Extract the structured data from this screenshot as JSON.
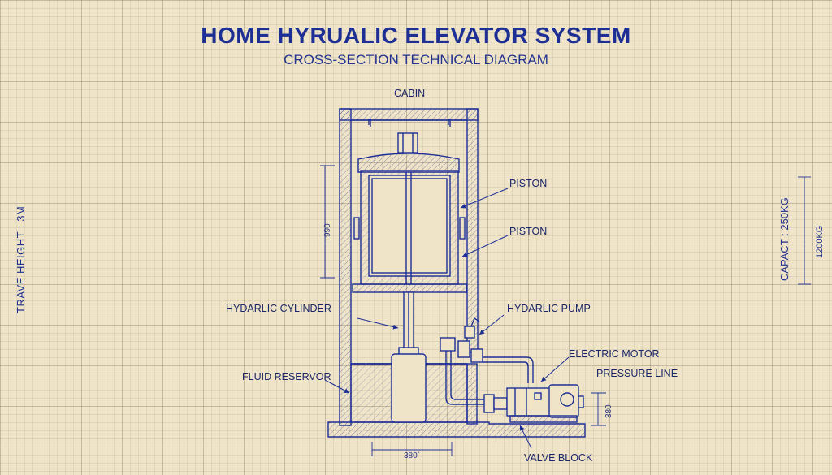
{
  "header": {
    "title": "HOME HYRUALIC ELEVATOR SYSTEM",
    "subtitle": "CROSS-SECTION TECHNICAL DIAGRAM"
  },
  "labels": {
    "cabin": "CABIN",
    "piston_1": "PISTON",
    "piston_2": "PISTON",
    "cylinder": "HYDARLIC CYLINDER",
    "pump": "HYDARLIC PUMP",
    "motor": "ELECTRIC MOTOR",
    "pressure_line": "PRESSURE LINE",
    "reservoir": "FLUID RESERVOR",
    "valve_block": "VALVE BLOCK"
  },
  "specs": {
    "travel_height": "TRAVE HEIGHT : 3M",
    "capacity": "CAPACT : 250KG",
    "capacity_alt": "1200KG"
  },
  "dimensions": {
    "cabin_height": "990",
    "pit_width": "380`",
    "unit_height": "380"
  },
  "colors": {
    "ink": "#1d2f95",
    "paper": "#efe4c8"
  }
}
